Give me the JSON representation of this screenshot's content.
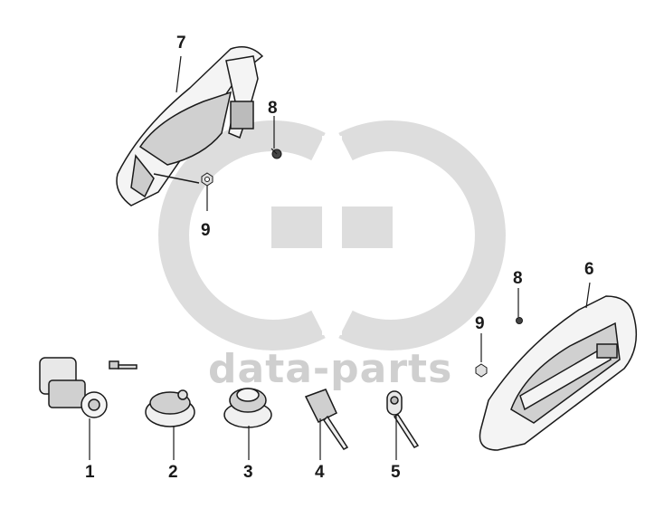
{
  "watermark": {
    "brand_text": "data-parts",
    "color": "#cfcfcf"
  },
  "callouts": {
    "c1": "1",
    "c2": "2",
    "c3": "3",
    "c4": "4",
    "c5": "5",
    "c6": "6",
    "c7": "7",
    "c8_top": "8",
    "c9_top": "9",
    "c8_right": "8",
    "c9_right": "9"
  },
  "parts": [
    {
      "id": "1",
      "icon": "ignition-lock-cylinder-icon"
    },
    {
      "id": "2",
      "icon": "fuel-cap-lock-icon"
    },
    {
      "id": "3",
      "icon": "fuel-cap-icon"
    },
    {
      "id": "4",
      "icon": "key-blank-icon"
    },
    {
      "id": "5",
      "icon": "transponder-key-icon"
    },
    {
      "id": "6",
      "icon": "outer-door-handle-icon"
    },
    {
      "id": "7",
      "icon": "inner-door-handle-icon"
    },
    {
      "id": "8",
      "icon": "screw-icon"
    },
    {
      "id": "9",
      "icon": "nut-icon"
    }
  ],
  "colors": {
    "line": "#1a1a1a",
    "part_fill": "#f4f4f4",
    "part_shade": "#d0d0d0"
  }
}
